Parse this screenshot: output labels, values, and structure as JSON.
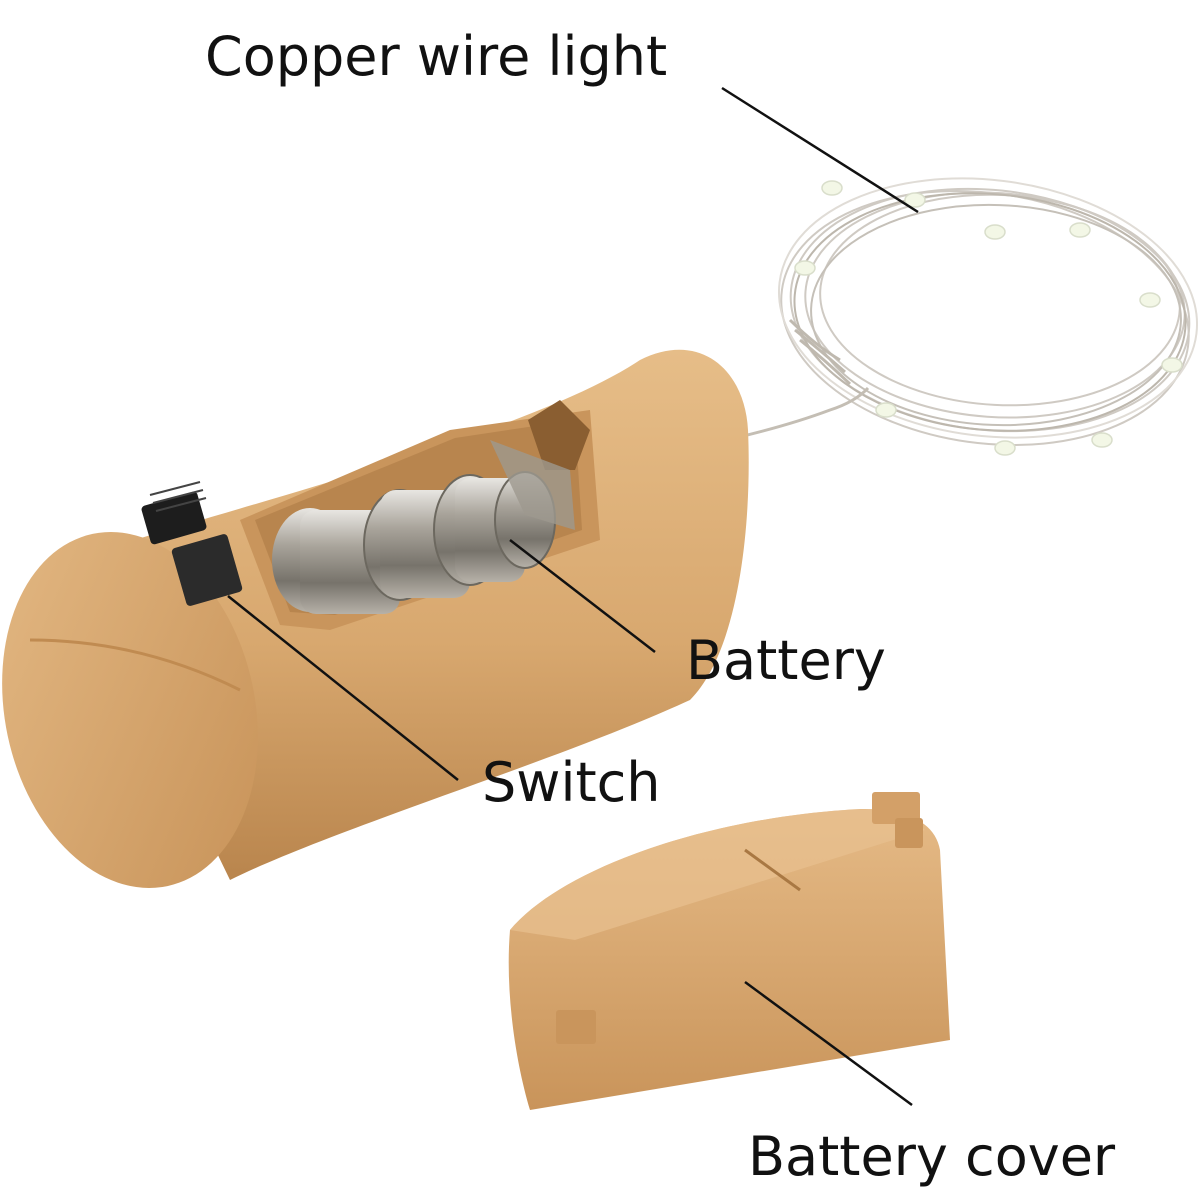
{
  "labels": {
    "copper_wire_light": "Copper wire light",
    "battery": "Battery",
    "switch": "Switch",
    "battery_cover": "Battery cover"
  },
  "colors": {
    "cork": "#d8a86f",
    "cork_shadow": "#b9854d",
    "cork_light": "#e6bd88",
    "metal": "#b8b4ac",
    "text": "#111111",
    "leader_line": "#111111",
    "background": "#ffffff"
  }
}
